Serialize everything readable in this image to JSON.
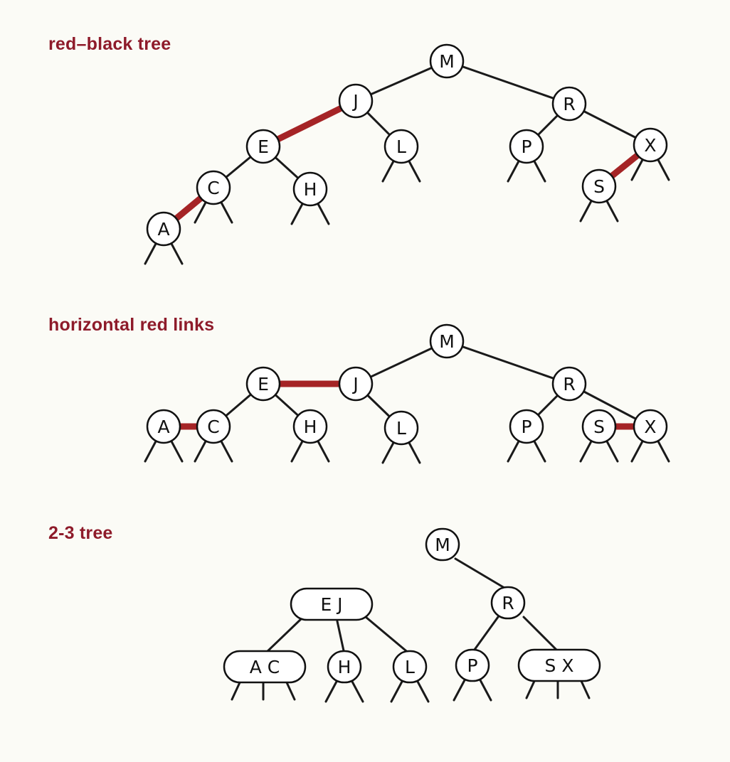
{
  "colors": {
    "background": "#fbfbf6",
    "red_link": "#a52426",
    "title": "#8e1b2a",
    "black_link": "#1a1a1a"
  },
  "diagrams": [
    {
      "title": "red–black tree",
      "nodes": [
        "M",
        "J",
        "R",
        "E",
        "L",
        "P",
        "X",
        "C",
        "H",
        "S",
        "A"
      ],
      "black_links": [
        [
          "M",
          "J"
        ],
        [
          "M",
          "R"
        ],
        [
          "J",
          "L"
        ],
        [
          "E",
          "C"
        ],
        [
          "E",
          "H"
        ],
        [
          "R",
          "P"
        ],
        [
          "R",
          "X"
        ]
      ],
      "red_links": [
        [
          "J",
          "E"
        ],
        [
          "C",
          "A"
        ],
        [
          "X",
          "S"
        ]
      ]
    },
    {
      "title": "horizontal red links",
      "nodes": [
        "M",
        "E",
        "J",
        "R",
        "A",
        "C",
        "H",
        "L",
        "P",
        "S",
        "X"
      ],
      "black_links": [
        [
          "M",
          "J"
        ],
        [
          "M",
          "R"
        ],
        [
          "J",
          "L"
        ],
        [
          "E",
          "C"
        ],
        [
          "E",
          "H"
        ],
        [
          "R",
          "P"
        ],
        [
          "R",
          "X"
        ]
      ],
      "red_links": [
        [
          "E",
          "J"
        ],
        [
          "A",
          "C"
        ],
        [
          "S",
          "X"
        ]
      ]
    },
    {
      "title": "2-3 tree",
      "nodes": [
        "M",
        "E J",
        "R",
        "A C",
        "H",
        "L",
        "P",
        "S X"
      ],
      "links": [
        [
          "M",
          "E J"
        ],
        [
          "M",
          "R"
        ],
        [
          "E J",
          "A C"
        ],
        [
          "E J",
          "H"
        ],
        [
          "E J",
          "L"
        ],
        [
          "R",
          "P"
        ],
        [
          "R",
          "S X"
        ]
      ]
    }
  ]
}
